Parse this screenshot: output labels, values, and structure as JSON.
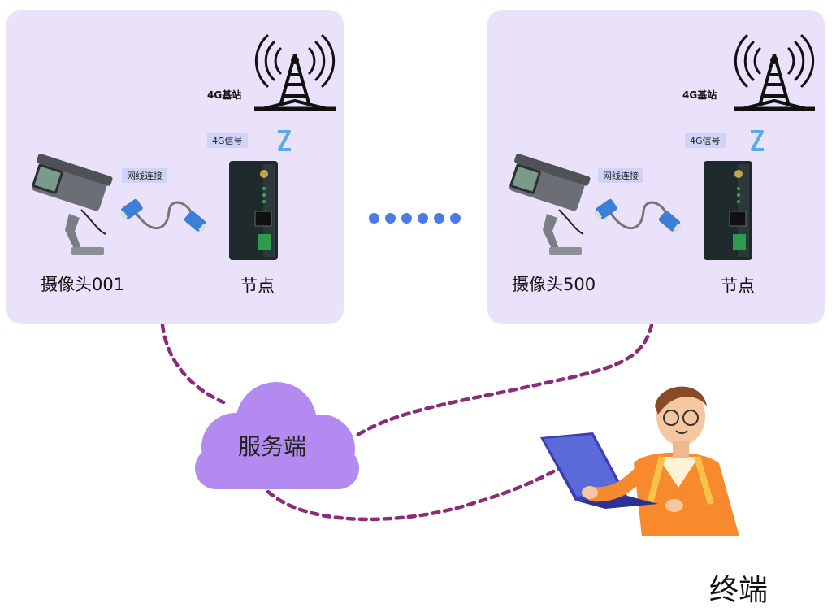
{
  "left_panel": {
    "base_station_label": "4G基站",
    "signal_label": "4G信号",
    "cable_label": "网线连接",
    "camera_label": "摄像头001",
    "node_label": "节点"
  },
  "right_panel": {
    "base_station_label": "4G基站",
    "signal_label": "4G信号",
    "cable_label": "网线连接",
    "camera_label": "摄像头500",
    "node_label": "节点"
  },
  "server": {
    "label": "服务端"
  },
  "terminal": {
    "label": "终端"
  },
  "colors": {
    "panel_bg": "#e9e2fa",
    "cloud": "#b28af0",
    "dashed_link": "#8a2c7a",
    "dots": "#4a7ce6",
    "tag_bg": "#cfd3f7",
    "node_body": "#1f2a2d",
    "shirt": "#f68a2c"
  },
  "icons": [
    "cell-tower-icon",
    "signal-icon",
    "camera-icon",
    "cable-icon",
    "node-device-icon",
    "cloud-icon",
    "person-laptop-icon"
  ]
}
